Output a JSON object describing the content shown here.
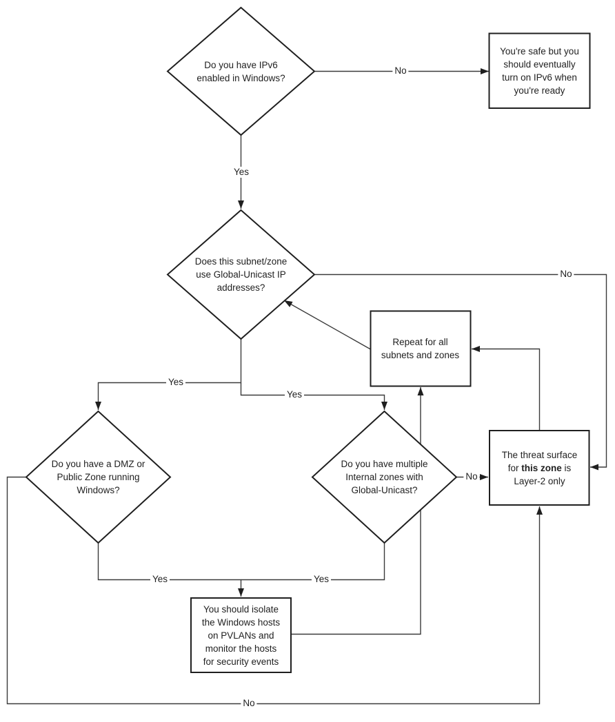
{
  "diagram": {
    "type": "flowchart",
    "topic": "IPv6 threat-surface decision flow for Windows",
    "colors": {
      "background": "#ffffff",
      "connector": "#3a3a3a",
      "shape_border": "#1f1f1f",
      "shape_fill": "#ffffff",
      "text": "#1f1f1f"
    },
    "nodes": {
      "q_ipv6_enabled": {
        "shape": "decision",
        "text": "Do you have IPv6\nenabled in Windows?"
      },
      "safe_for_now": {
        "shape": "process",
        "text": "You're safe but you\nshould eventually\nturn on IPv6 when\nyou're ready"
      },
      "q_global_unicast": {
        "shape": "decision",
        "text": "Does this subnet/zone\nuse Global-Unicast IP\naddresses?"
      },
      "repeat_all": {
        "shape": "process",
        "text": "Repeat for all\nsubnets and zones"
      },
      "q_dmz": {
        "shape": "decision",
        "text": "Do you have a DMZ or\nPublic Zone running\nWindows?"
      },
      "q_internal_zones": {
        "shape": "decision",
        "text": "Do you have multiple\nInternal zones with\nGlobal-Unicast?"
      },
      "threat_layer2": {
        "shape": "process",
        "text_before": "The threat surface\nfor ",
        "text_bold": "this zone",
        "text_after": " is\nLayer-2 only"
      },
      "isolate_pvlans": {
        "shape": "process",
        "text": "You should isolate\nthe Windows hosts\non PVLANs and\nmonitor the hosts\nfor security events"
      }
    },
    "edge_labels": {
      "ipv6_no": "No",
      "ipv6_yes": "Yes",
      "gu_no": "No",
      "gu_yes_dmz": "Yes",
      "gu_yes_internal": "Yes",
      "dmz_yes": "Yes",
      "internal_yes": "Yes",
      "internal_no": "No",
      "dmz_no": "No"
    }
  }
}
